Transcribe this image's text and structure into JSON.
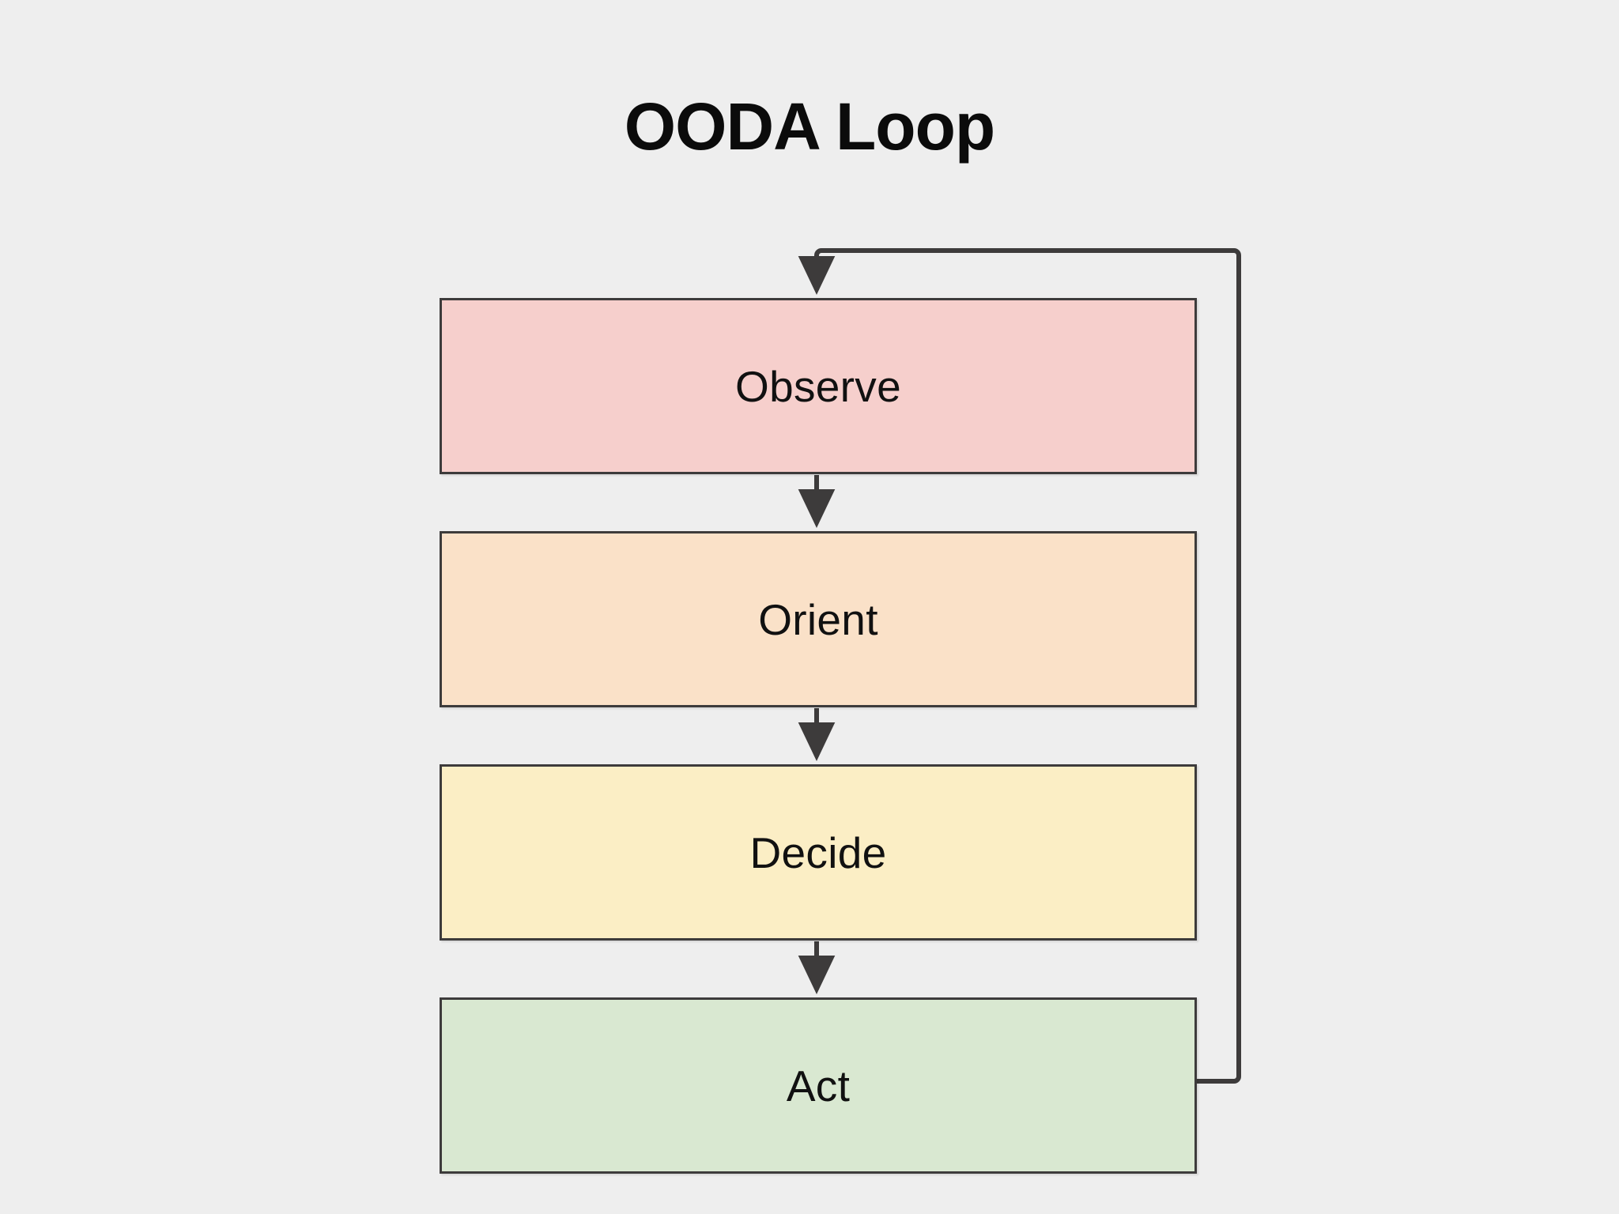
{
  "title": "OODA Loop",
  "background_color": "#eeeeee",
  "stroke_color": "#3d3b3b",
  "diagram": {
    "type": "flowchart",
    "direction": "top-to-bottom",
    "nodes": [
      {
        "id": "observe",
        "label": "Observe",
        "fill": "#f6cfcc",
        "border": "#3d3b3b"
      },
      {
        "id": "orient",
        "label": "Orient",
        "fill": "#fae1c8",
        "border": "#3d3b3b"
      },
      {
        "id": "decide",
        "label": "Decide",
        "fill": "#fbeec5",
        "border": "#3d3b3b"
      },
      {
        "id": "act",
        "label": "Act",
        "fill": "#d9e8d1",
        "border": "#3d3b3b"
      }
    ],
    "edges": [
      {
        "from": "observe",
        "to": "orient",
        "style": "straight-arrow"
      },
      {
        "from": "orient",
        "to": "decide",
        "style": "straight-arrow"
      },
      {
        "from": "decide",
        "to": "act",
        "style": "straight-arrow"
      },
      {
        "from": "act",
        "to": "observe",
        "style": "feedback-loop-right"
      }
    ]
  }
}
